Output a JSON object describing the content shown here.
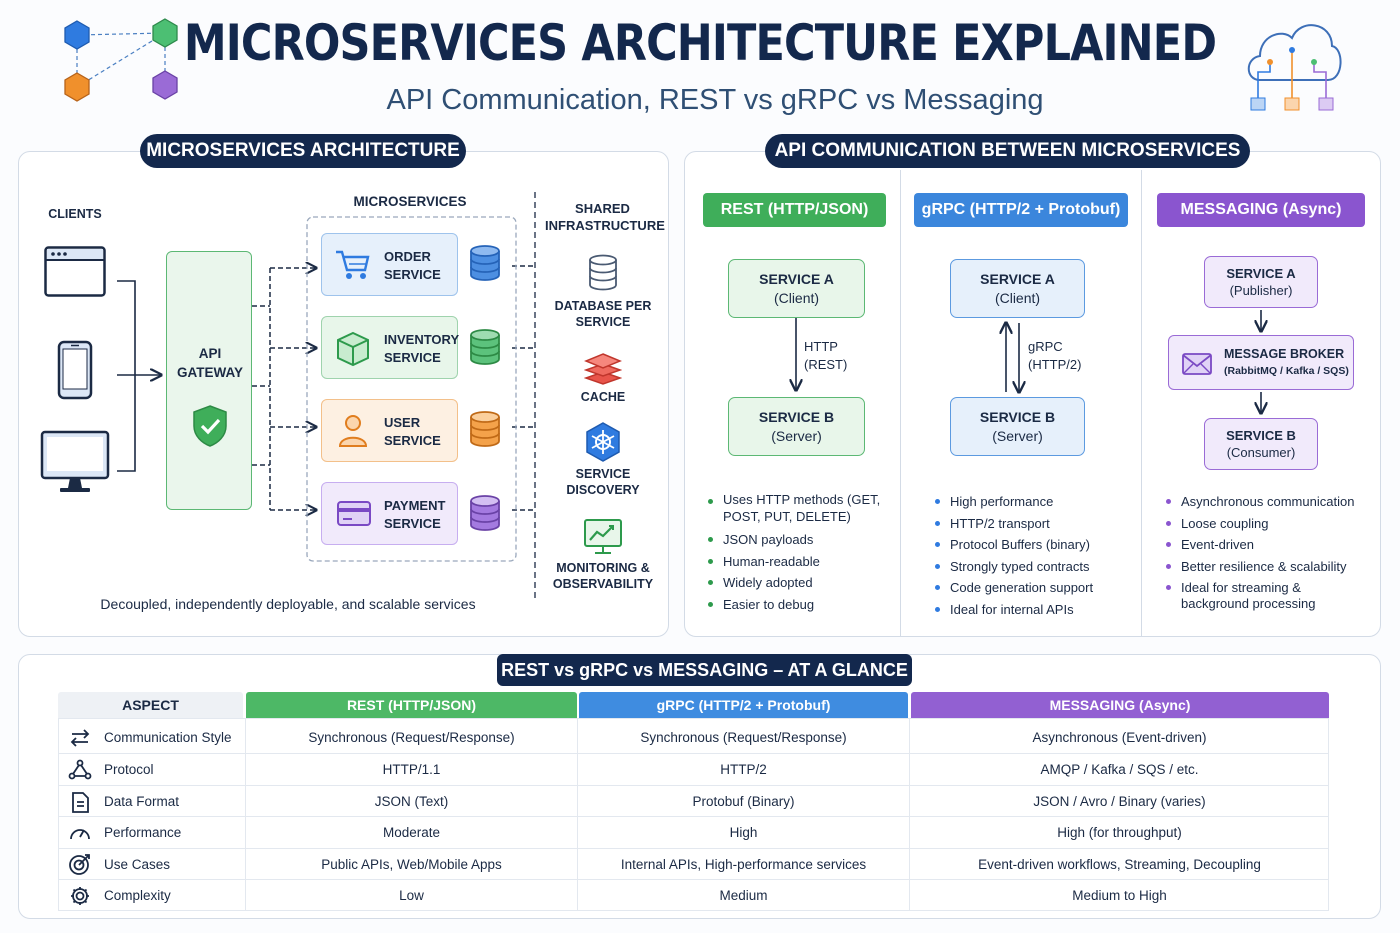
{
  "header": {
    "title": "MICROSERVICES ARCHITECTURE EXPLAINED",
    "subtitle": "API Communication, REST vs gRPC vs Messaging"
  },
  "architecture": {
    "pill": "MICROSERVICES ARCHITECTURE",
    "clients_label": "CLIENTS",
    "microservices_label": "MICROSERVICES",
    "gateway_label": "API GATEWAY",
    "services": [
      "ORDER SERVICE",
      "INVENTORY SERVICE",
      "USER SERVICE",
      "PAYMENT SERVICE"
    ],
    "shared_label": "SHARED INFRASTRUCTURE",
    "shared_items": [
      "DATABASE PER SERVICE",
      "CACHE",
      "SERVICE DISCOVERY",
      "MONITORING & OBSERVABILITY"
    ],
    "caption": "Decoupled, independently deployable, and scalable services"
  },
  "communication": {
    "pill": "API COMMUNICATION BETWEEN MICROSERVICES",
    "rest": {
      "header": "REST (HTTP/JSON)",
      "top": "SERVICE A",
      "top_sub": "(Client)",
      "arrow": "HTTP (REST)",
      "bottom": "SERVICE B",
      "bottom_sub": "(Server)",
      "bullets": [
        "Uses HTTP methods (GET, POST, PUT, DELETE)",
        "JSON payloads",
        "Human-readable",
        "Widely adopted",
        "Easier to debug"
      ]
    },
    "grpc": {
      "header": "gRPC (HTTP/2 + Protobuf)",
      "top": "SERVICE A",
      "top_sub": "(Client)",
      "arrow": "gRPC (HTTP/2)",
      "bottom": "SERVICE B",
      "bottom_sub": "(Server)",
      "bullets": [
        "High performance",
        "HTTP/2 transport",
        "Protocol Buffers (binary)",
        "Strongly typed contracts",
        "Code generation support",
        "Ideal for internal APIs"
      ]
    },
    "messaging": {
      "header": "MESSAGING (Async)",
      "top": "SERVICE A",
      "top_sub": "(Publisher)",
      "broker": "MESSAGE BROKER",
      "broker_sub": "(RabbitMQ / Kafka / SQS)",
      "bottom": "SERVICE B",
      "bottom_sub": "(Consumer)",
      "bullets": [
        "Asynchronous communication",
        "Loose coupling",
        "Event-driven",
        "Better resilience & scalability",
        "Ideal for streaming & background processing"
      ]
    }
  },
  "comparison": {
    "pill": "REST vs gRPC vs MESSAGING – AT A GLANCE",
    "columns": [
      "ASPECT",
      "REST (HTTP/JSON)",
      "gRPC (HTTP/2 + Protobuf)",
      "MESSAGING (Async)"
    ],
    "rows": [
      {
        "icon": "arrows-swap-icon",
        "aspect": "Communication Style",
        "rest": "Synchronous (Request/Response)",
        "grpc": "Synchronous (Request/Response)",
        "msg": "Asynchronous (Event-driven)"
      },
      {
        "icon": "network-icon",
        "aspect": "Protocol",
        "rest": "HTTP/1.1",
        "grpc": "HTTP/2",
        "msg": "AMQP / Kafka / SQS / etc."
      },
      {
        "icon": "document-icon",
        "aspect": "Data Format",
        "rest": "JSON (Text)",
        "grpc": "Protobuf (Binary)",
        "msg": "JSON / Avro / Binary (varies)"
      },
      {
        "icon": "gauge-icon",
        "aspect": "Performance",
        "rest": "Moderate",
        "grpc": "High",
        "msg": "High (for throughput)"
      },
      {
        "icon": "target-icon",
        "aspect": "Use Cases",
        "rest": "Public APIs, Web/Mobile Apps",
        "grpc": "Internal APIs, High-performance services",
        "msg": "Event-driven workflows, Streaming, Decoupling"
      },
      {
        "icon": "gear-icon",
        "aspect": "Complexity",
        "rest": "Low",
        "grpc": "Medium",
        "msg": "Medium to High"
      }
    ]
  },
  "colors": {
    "navy": "#13284d",
    "rest": "#3fae5a",
    "grpc": "#3b86dc",
    "messaging": "#8a55cf"
  }
}
